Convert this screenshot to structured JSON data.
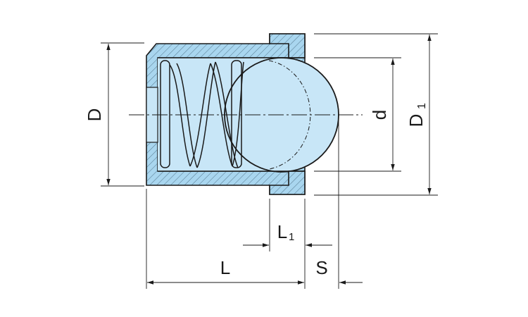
{
  "dimensions": {
    "D": "D",
    "D1_main": "D",
    "D1_sub": "1",
    "d": "d",
    "L": "L",
    "L1_main": "L",
    "L1_sub": "1",
    "S": "S"
  },
  "colors": {
    "line": "#1a1a1a",
    "body_fill": "#a9d6ef",
    "ball_fill": "#c8e6f7",
    "hatch": "#5a7f95"
  }
}
